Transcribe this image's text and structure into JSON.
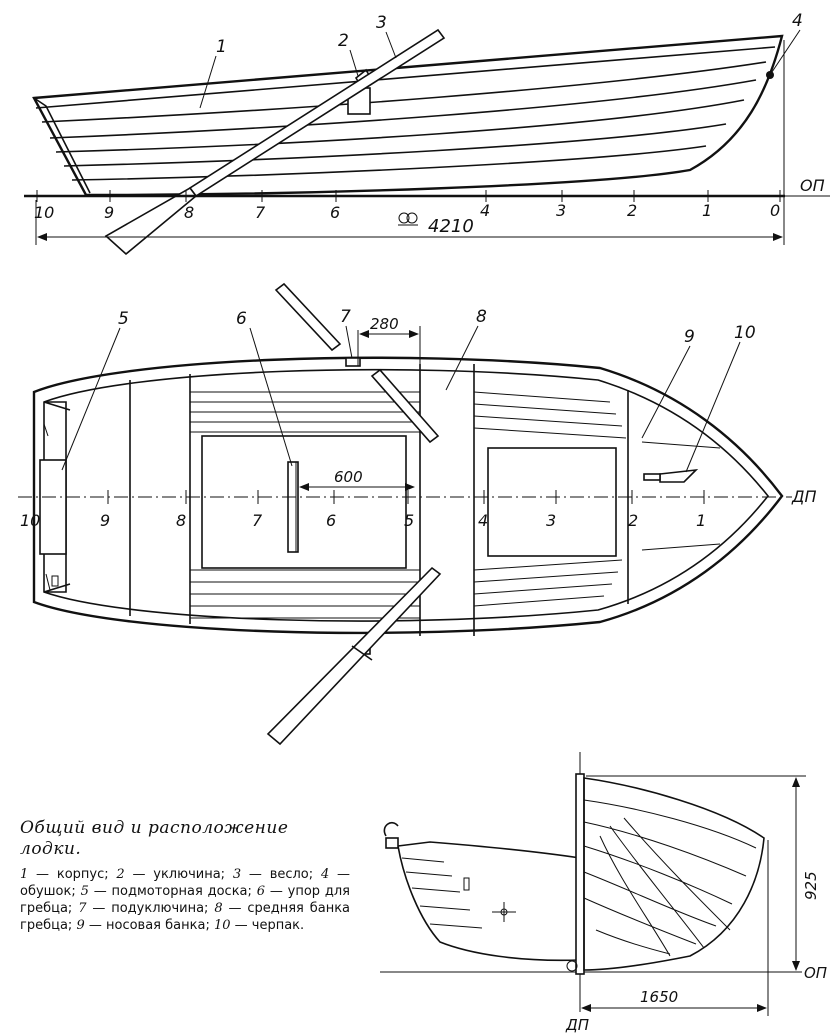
{
  "caption": {
    "title": "Общий вид и расположение лодки.",
    "legend": [
      {
        "num": "1",
        "text": "корпус"
      },
      {
        "num": "2",
        "text": "уключина"
      },
      {
        "num": "3",
        "text": "весло"
      },
      {
        "num": "4",
        "text": "обушок"
      },
      {
        "num": "5",
        "text": "подмоторная доска"
      },
      {
        "num": "6",
        "text": "упор для гребца"
      },
      {
        "num": "7",
        "text": "подуключина"
      },
      {
        "num": "8",
        "text": "средняя банка гребца"
      },
      {
        "num": "9",
        "text": "носовая банка"
      },
      {
        "num": "10",
        "text": "черпак"
      }
    ]
  },
  "side_view": {
    "baseline_label": "ОП",
    "length_label": "4210",
    "stations": [
      "10",
      "9",
      "8",
      "7",
      "6",
      "4",
      "3",
      "2",
      "1",
      "0"
    ],
    "callouts": [
      "1",
      "2",
      "3",
      "4"
    ]
  },
  "plan_view": {
    "centerline_label": "ДП",
    "dim_oarlock": "280",
    "dim_rest": "600",
    "stations": [
      "10",
      "9",
      "8",
      "7",
      "6",
      "5",
      "4",
      "3",
      "2",
      "1"
    ],
    "callouts": [
      "5",
      "6",
      "7",
      "8",
      "9",
      "10"
    ]
  },
  "section_view": {
    "height_label": "925",
    "halfbeam_label": "1650",
    "baseline_label": "ОП",
    "centerline_label": "ДП"
  }
}
